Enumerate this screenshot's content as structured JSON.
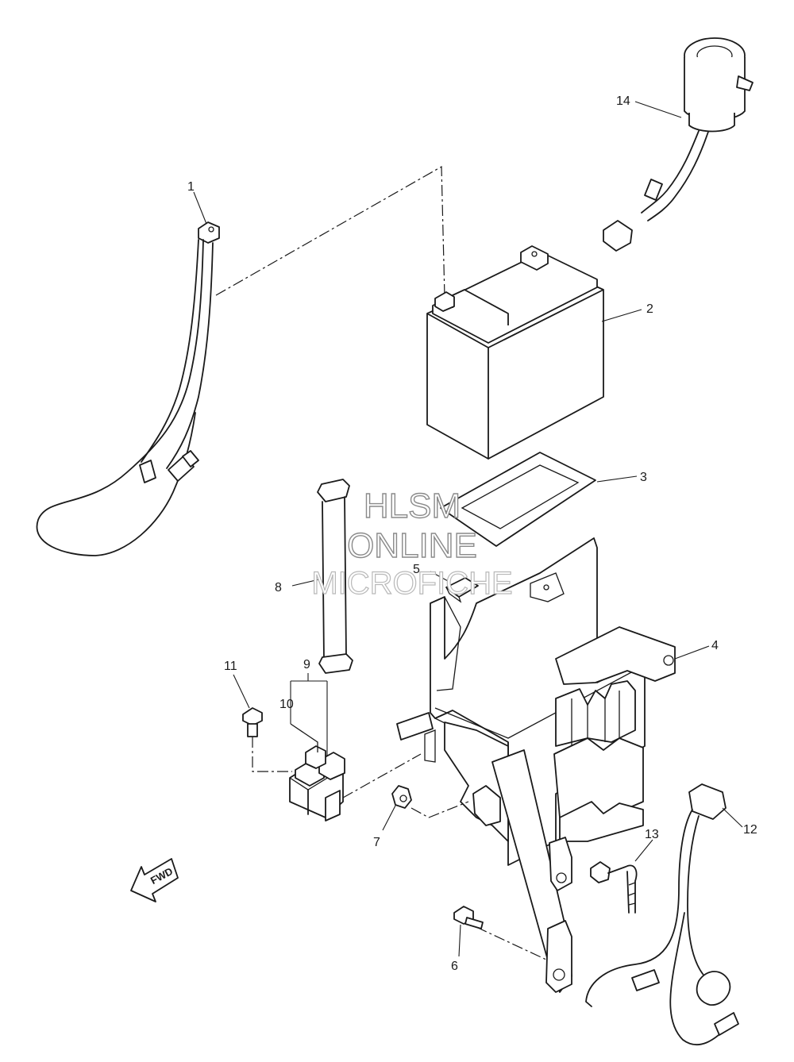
{
  "watermark": {
    "line1": "HLSM",
    "line2": "ONLINE",
    "line3": "MICROFICHE"
  },
  "direction_label": "FWD",
  "callouts": {
    "c1": "1",
    "c2": "2",
    "c3": "3",
    "c4": "4",
    "c5": "5",
    "c6": "6",
    "c7": "7",
    "c8": "8",
    "c9": "9",
    "c10": "10",
    "c11": "11",
    "c12": "12",
    "c13": "13",
    "c14": "14"
  }
}
